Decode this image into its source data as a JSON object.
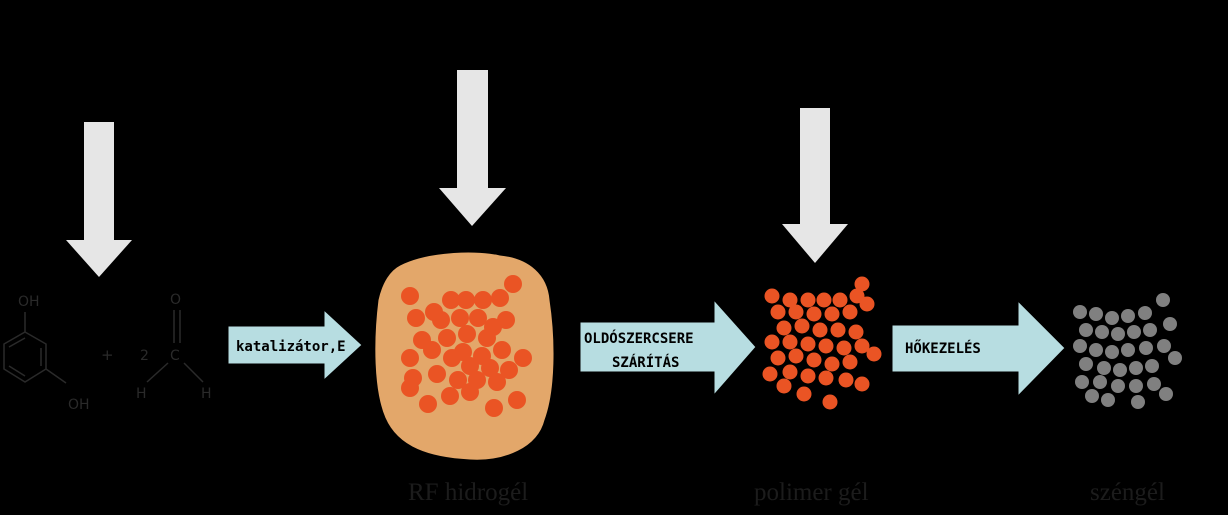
{
  "colors": {
    "background": "#000000",
    "down_arrow": "#e6e6e6",
    "process_arrow": "#b7dde1",
    "gel_blob": "#e3a76a",
    "polymer_particle": "#ea5424",
    "carbon_particle": "#808080",
    "molecule_line": "#2a2a2a",
    "caption_text": "#1c1c1c"
  },
  "molecules": {
    "resorcinol": {
      "oh_top": "OH",
      "oh_bottom": "OH"
    },
    "plus": "+",
    "formaldehyde": {
      "coefficient": "2",
      "o": "O",
      "c": "C",
      "h_left": "H",
      "h_right": "H"
    }
  },
  "steps": {
    "step1_label": "katalizátor,E",
    "step2_label_line1": "OLDÓSZERCSERE",
    "step2_label_line2": "SZÁRÍTÁS",
    "step3_label": "HŐKEZELÉS"
  },
  "captions": {
    "hydrogel": "RF hidrogél",
    "polymer_gel": "polimer gél",
    "carbon_gel": "széngél"
  }
}
